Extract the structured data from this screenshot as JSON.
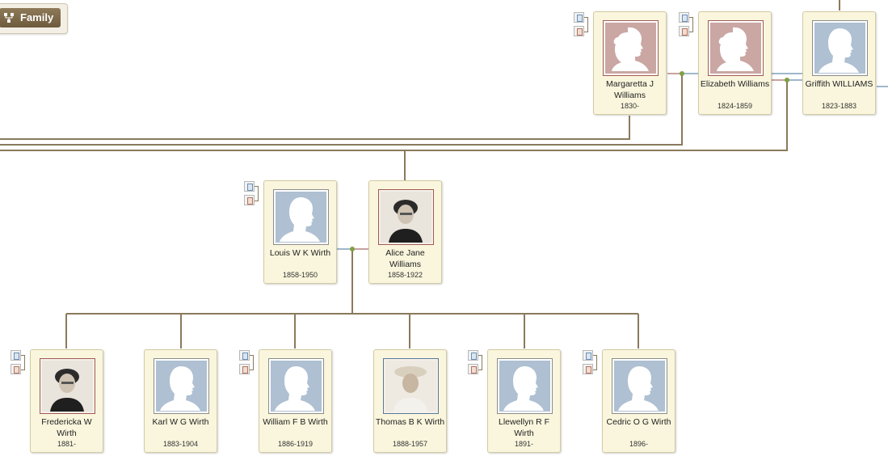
{
  "toolbar": {
    "family_label": "Family"
  },
  "colors": {
    "line": "#8a7a5c",
    "male_line": "#9fb8cc",
    "female_line": "#c9a2a0",
    "union_dot": "#7fa043"
  },
  "people": [
    {
      "id": "margaretta",
      "name": "Margaretta J Williams",
      "dates": "1830-",
      "sex": "female",
      "photo": "silhouette"
    },
    {
      "id": "elizabeth",
      "name": "Elizabeth Williams",
      "dates": "1824-1859",
      "sex": "female",
      "photo": "silhouette"
    },
    {
      "id": "griffith",
      "name": "Griffith WILLIAMS",
      "dates": "1823-1883",
      "sex": "male",
      "photo": "silhouette"
    },
    {
      "id": "louis",
      "name": "Louis W K Wirth",
      "dates": "1858-1950",
      "sex": "male",
      "photo": "silhouette"
    },
    {
      "id": "alice",
      "name": "Alice Jane Williams",
      "dates": "1858-1922",
      "sex": "female",
      "photo": "portrait"
    },
    {
      "id": "fredericka",
      "name": "Fredericka W Wirth",
      "dates": "1881-",
      "sex": "female",
      "photo": "portrait"
    },
    {
      "id": "karl",
      "name": "Karl W G Wirth",
      "dates": "1883-1904",
      "sex": "male",
      "photo": "silhouette"
    },
    {
      "id": "william",
      "name": "William F B Wirth",
      "dates": "1886-1919",
      "sex": "male",
      "photo": "silhouette"
    },
    {
      "id": "thomas",
      "name": "Thomas B K Wirth",
      "dates": "1888-1957",
      "sex": "male",
      "photo": "portrait"
    },
    {
      "id": "llewellyn",
      "name": "Llewellyn R F Wirth",
      "dates": "1891-",
      "sex": "male",
      "photo": "silhouette"
    },
    {
      "id": "cedric",
      "name": "Cedric O G Wirth",
      "dates": "1896-",
      "sex": "male",
      "photo": "silhouette"
    }
  ]
}
